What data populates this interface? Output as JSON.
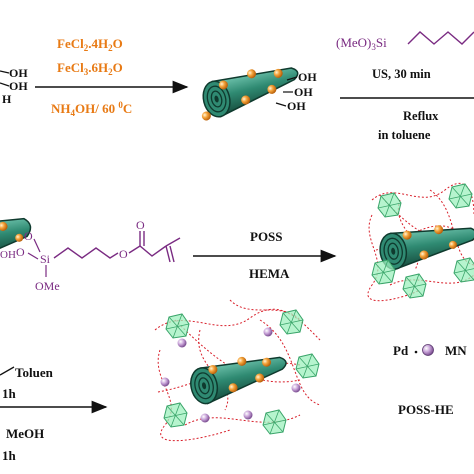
{
  "colors": {
    "orange": "#e87a14",
    "purple": "#7a2b82",
    "black": "#111111",
    "tube": "#2f8a72",
    "tube_dark": "#1b5a48",
    "particle": "#f2a13a",
    "pd": "#c7a6d6",
    "poss": "#7fe0a6",
    "crosslink": "#d81f2a"
  },
  "row1": {
    "left_oh_1": "OH",
    "left_oh_2": "OH",
    "left_oh_3": "H",
    "reagent_1": "FeCl",
    "reagent_1_sub": "2",
    "reagent_1_rest": ".4H",
    "reagent_1_sub2": "2",
    "reagent_1_end": "O",
    "reagent_2": "FeCl",
    "reagent_2_sub": "3",
    "reagent_2_rest": ".6H",
    "reagent_2_sub2": "2",
    "reagent_2_end": "O",
    "reagent_3": "NH",
    "reagent_3_sub": "4",
    "reagent_3_rest": "OH/ 60 ",
    "reagent_3_deg": "0",
    "reagent_3_end": "C",
    "mid_oh_1": "OH",
    "mid_oh_2": "OH",
    "mid_oh_3": "OH",
    "silane": "(MeO)",
    "silane_sub": "3",
    "silane_si": "Si",
    "cond_1": "US, 30 min",
    "cond_2": "Reflux",
    "cond_3": "in toluene"
  },
  "row2": {
    "o1": "O",
    "o2": "O",
    "si": "Si",
    "oh": "OH",
    "ome": "OMe",
    "ester_o": "O",
    "carbonyl_o": "O",
    "reagent_top": "POSS",
    "reagent_bottom": "HEMA"
  },
  "row3": {
    "cond_top_1": "Toluen",
    "cond_top_2": "1h",
    "cond_bottom_1": "MeOH",
    "cond_bottom_2": "1h",
    "pd_label": "Pd",
    "mn_label": "MN",
    "product_label": "POSS-HE"
  }
}
